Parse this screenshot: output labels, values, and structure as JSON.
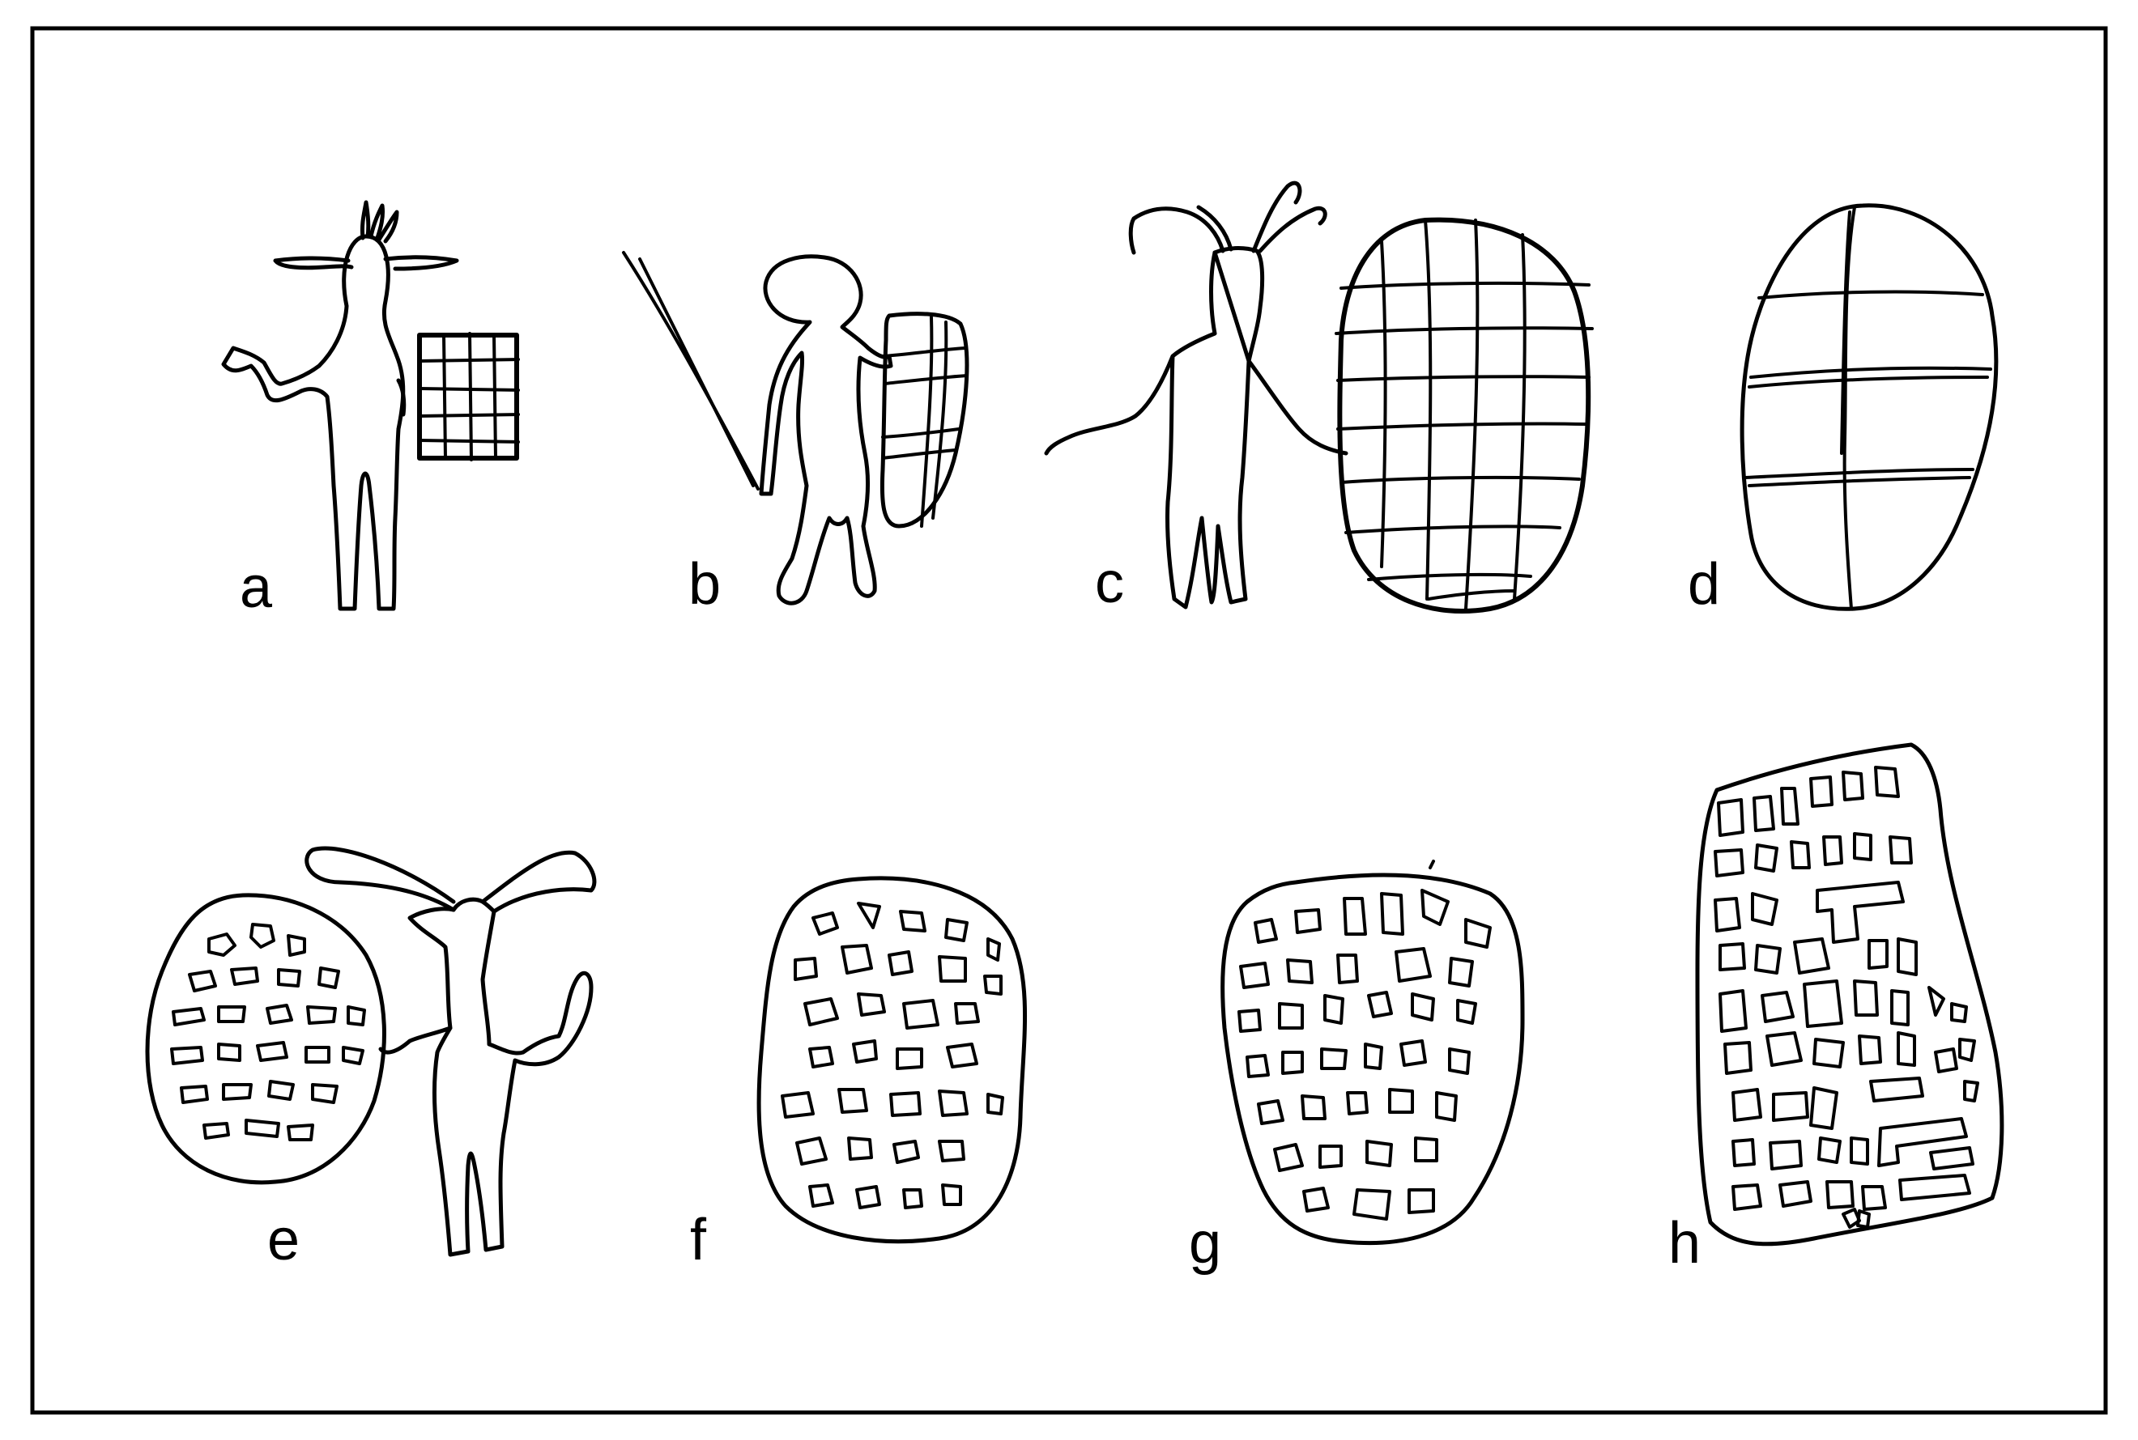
{
  "figure": {
    "panels": [
      {
        "id": "a",
        "label": "a",
        "depicts": "figure-with-grid-shield"
      },
      {
        "id": "b",
        "label": "b",
        "depicts": "figure-with-spear-and-shield"
      },
      {
        "id": "c",
        "label": "c",
        "depicts": "figure-with-large-grid-shield"
      },
      {
        "id": "d",
        "label": "d",
        "depicts": "oval-shield"
      },
      {
        "id": "e",
        "label": "e",
        "depicts": "figure-with-dotted-round-shield"
      },
      {
        "id": "f",
        "label": "f",
        "depicts": "dotted-shield"
      },
      {
        "id": "g",
        "label": "g",
        "depicts": "dotted-shield"
      },
      {
        "id": "h",
        "label": "h",
        "depicts": "dotted-rectangular-shield"
      }
    ]
  }
}
